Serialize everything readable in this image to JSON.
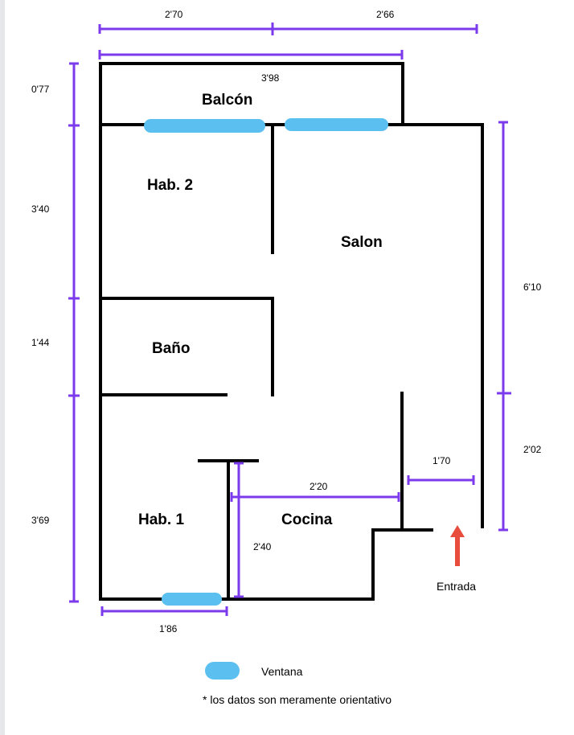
{
  "colors": {
    "wall": "#000000",
    "dimension": "#7c3aed",
    "window": "#5bc0f0",
    "arrow": "#e74c3c"
  },
  "rooms": {
    "balcon": "Balcón",
    "hab2": "Hab. 2",
    "salon": "Salon",
    "bano": "Baño",
    "hab1": "Hab. 1",
    "cocina": "Cocina"
  },
  "dimensions": {
    "top_left": "2'70",
    "top_right": "2'66",
    "balcony_width": "3'98",
    "left_balcony": "0'77",
    "left_hab2": "3'40",
    "left_bano": "1'44",
    "left_hab1": "3'69",
    "right_upper": "6'10",
    "right_lower": "2'02",
    "entrance_width": "1'70",
    "kitchen_width": "2'20",
    "kitchen_depth": "2'40",
    "hab1_width": "1'86"
  },
  "entrance_label": "Entrada",
  "legend": {
    "window_label": "Ventana",
    "note": "* los datos son meramente orientativo"
  }
}
